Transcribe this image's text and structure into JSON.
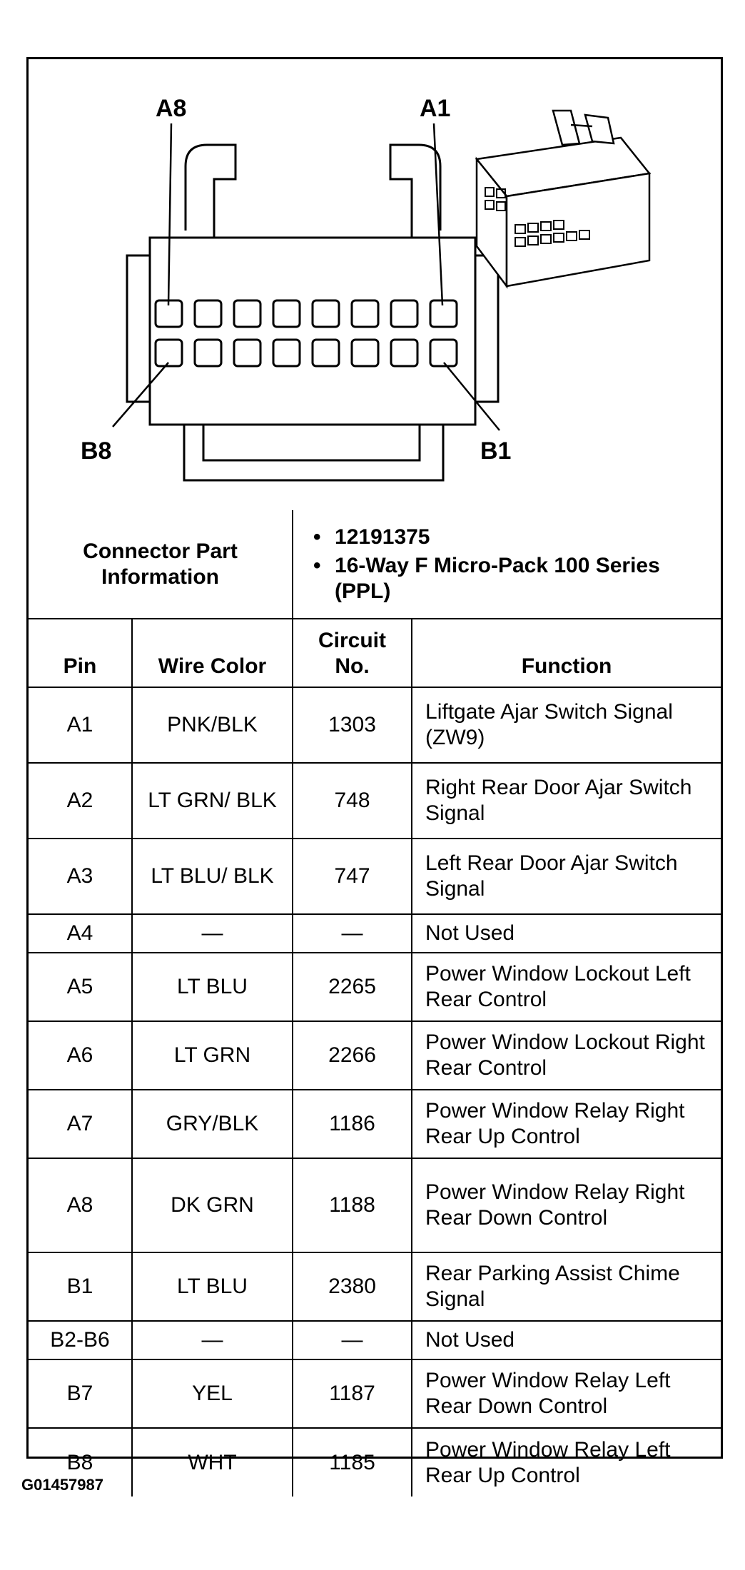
{
  "diagram": {
    "labels": {
      "a8": "A8",
      "a1": "A1",
      "b8": "B8",
      "b1": "B1"
    }
  },
  "connector_info": {
    "label": "Connector Part Information",
    "items": [
      "12191375",
      "16-Way F Micro-Pack 100 Series (PPL)"
    ]
  },
  "table": {
    "headers": {
      "pin": "Pin",
      "wire_color": "Wire Color",
      "circuit": "Circuit No.",
      "function": "Function"
    },
    "rows": [
      {
        "pin": "A1",
        "color": "PNK/BLK",
        "circuit": "1303",
        "function": "Liftgate Ajar Switch Signal (ZW9)"
      },
      {
        "pin": "A2",
        "color": "LT GRN/ BLK",
        "circuit": "748",
        "function": "Right Rear Door Ajar Switch Signal"
      },
      {
        "pin": "A3",
        "color": "LT BLU/ BLK",
        "circuit": "747",
        "function": "Left Rear Door Ajar Switch Signal"
      },
      {
        "pin": "A4",
        "color": "—",
        "circuit": "—",
        "function": "Not Used"
      },
      {
        "pin": "A5",
        "color": "LT BLU",
        "circuit": "2265",
        "function": "Power Window Lockout Left Rear Control"
      },
      {
        "pin": "A6",
        "color": "LT GRN",
        "circuit": "2266",
        "function": "Power Window Lockout Right Rear Control"
      },
      {
        "pin": "A7",
        "color": "GRY/BLK",
        "circuit": "1186",
        "function": "Power Window Relay Right Rear Up Control"
      },
      {
        "pin": "A8",
        "color": "DK GRN",
        "circuit": "1188",
        "function": "Power Window Relay Right Rear Down Control"
      },
      {
        "pin": "B1",
        "color": "LT BLU",
        "circuit": "2380",
        "function": "Rear Parking Assist Chime Signal"
      },
      {
        "pin": "B2-B6",
        "color": "—",
        "circuit": "—",
        "function": "Not Used"
      },
      {
        "pin": "B7",
        "color": "YEL",
        "circuit": "1187",
        "function": "Power Window Relay Left Rear Down Control"
      },
      {
        "pin": "B8",
        "color": "WHT",
        "circuit": "1185",
        "function": "Power Window Relay Left Rear Up Control"
      }
    ]
  },
  "figure_code": "G01457987"
}
